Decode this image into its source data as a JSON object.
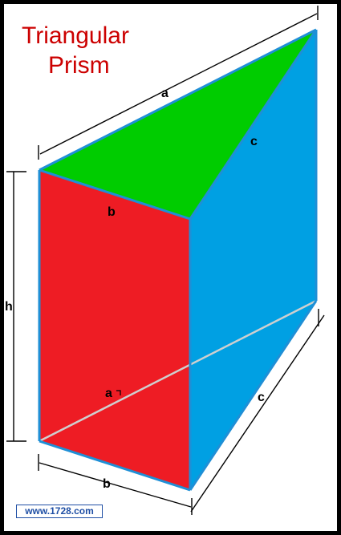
{
  "title": {
    "line1": "Triangular",
    "line2": "Prism"
  },
  "labels": {
    "top_edge_a": "a",
    "slant_edge_c": "c",
    "front_edge_b": "b",
    "height_h": "h",
    "base_a": "a",
    "bottom_edge_c": "c",
    "bottom_edge_b": "b"
  },
  "website": "www.1728.com",
  "colors": {
    "title": "#cc0000",
    "top_face": "#00cc00",
    "front_face": "#ee1c24",
    "side_face": "#00a0e3",
    "edge": "#1f8fd6",
    "dimension": "#000000",
    "website_text": "#1f4fa5",
    "hidden_edge": "#cfcfcf"
  }
}
